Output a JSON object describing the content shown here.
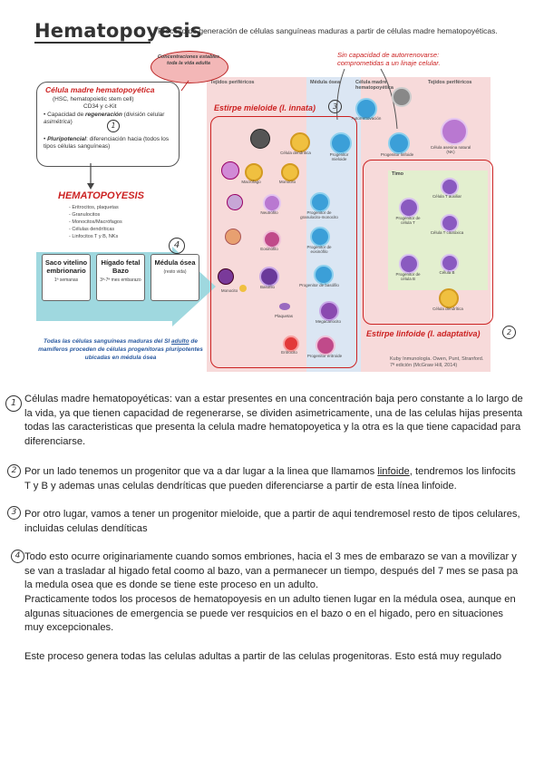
{
  "figure": {
    "title": "Hematopoyesis",
    "subtitle": "Proceso de generación de células sanguíneas maduras a partir de células madre hematopoyéticas.",
    "oval_note": "Concentraciones estables toda la vida adulta",
    "red_note_line1": "Sin capacidad de autorrenovarse:",
    "red_note_line2": "comprometidas a un linaje celular.",
    "col_headers": {
      "tissue_left": "Tejidos periféricos",
      "bone_marrow": "Médula ósea",
      "tissue_right": "Tejidos periféricos",
      "stem_cell": "Célula madre hematopoyética"
    },
    "hsc_box": {
      "title": "Célula madre hematopoyética",
      "line1": "(HSC, hematopoietic stem cell)",
      "line2": "CD34 y c-Kit",
      "bullet1_a": "Capacidad de ",
      "bullet1_b": "regeneración",
      "bullet1_c": " (división celular ",
      "bullet1_d": "asimétrica",
      "bullet1_e": ")",
      "bullet2_a": "Pluripotencial",
      "bullet2_b": ": diferenciación hacia (todos los tipos células sanguíneas)"
    },
    "hematopoyesis_list": {
      "title": "HEMATOPOYESIS",
      "items": [
        "Eritrocitos, plaquetas",
        "Granulocitos",
        "Monocitos/Macrófagos",
        "Células dendríticas",
        "Linfocitos T y B, NKs"
      ]
    },
    "organs": [
      {
        "name": "Saco vitelino embrionario",
        "sub": "1ª semanas"
      },
      {
        "name": "Hígado fetal Bazo",
        "sub": "3ª-7ª mes embarazo"
      },
      {
        "name": "Médula ósea",
        "sub": "(resto vida)"
      }
    ],
    "blue_note_a": "Todas las células sanguíneas maduras del SI ",
    "blue_note_b": "adulto",
    "blue_note_c": " de mamíferos proceden de células progenitoras pluripotentes ubicadas en médula ósea",
    "mieloide_label": "Estirpe mieloide (I. innata)",
    "linfoide_label": "Estirpe linfoide (I. adaptativa)",
    "credit_line1": "Kuby Inmunología. Owen, Punt, Stranford.",
    "credit_line2": "7ª edición (McGraw Hill, 2014)",
    "cells": {
      "autorenov": "Autorrenovación",
      "prog_mieloide": "Progenitor mieloide",
      "prog_linfoide": "Progenitor linfoide",
      "celula_dendritica_1": "Célula dendrítica",
      "celula_dendritica_2": "Célula dendrítica",
      "macrofago": "Macrófago",
      "monocito": "Monocito",
      "neutrofilo": "Neutrófilo",
      "prog_granulo": "Progenitor de granulocito-monocito",
      "eosinofilo": "Eosinófilo",
      "prog_eosinofilo": "Progenitor de eosinófilo",
      "basofilo": "Basófilo",
      "prog_basofilo": "Progenitor de basófilo",
      "plaquetas": "Plaquetas",
      "megacariocito": "Megacariocito",
      "eritrocito": "Eritrocito",
      "prog_eritroide": "Progenitor eritroide",
      "nk": "Célula asesina natural (NK)",
      "timo": "Timo",
      "cel_t_auxiliar": "Célula T auxiliar",
      "prog_t": "Progenitor de célula T",
      "cel_t_citotoxica": "Célula T citotóxica",
      "prog_b": "Progenitor de célula B",
      "cel_b": "Célula B",
      "monocito_small": "Monocito"
    },
    "circle_numbers": [
      "1",
      "2",
      "3",
      "4"
    ]
  },
  "paragraphs": {
    "p1": "Células madre hematopoyéticas: van a estar presentes en una concentración baja pero constante a lo largo de la vida, ya que tienen capacidad de regenerarse, se dividen asimetricamente, una de las celulas hijas presenta todas las caracteristicas que presenta la celula madre hematopoyetica y la otra es la que tiene capacidad para diferenciarse.",
    "p2_a": "Por un lado tenemos un progenitor que va a dar lugar a la linea que llamamos ",
    "p2_b": "linfoide",
    "p2_c": ", tendremos los linfocits T y B y ademas unas celulas dendríticas que pueden diferenciarse a partir de esta línea linfoide.",
    "p3": "Por otro lugar, vamos a tener un progenitor mieloide, que a partir de aqui tendremosel resto de tipos celulares, incluidas celulas dendíticas",
    "p4": "Todo esto ocurre originariamente cuando somos embriones, hacia el 3 mes de embarazo se van a movilizar y se van a trasladar al higado fetal coomo al bazo, van a permanecer un tiempo, después del 7 mes se pasa pa la medula osea que es donde se tiene este proceso en un adulto.",
    "p5": "Practicamente todos los procesos de hematopoyesis en un adulto tienen lugar en la médula osea, aunque en algunas situaciones de emergencia se puede ver resquicios en el bazo o en el higado, pero en situaciones muy excepcionales.",
    "p6": "Este proceso genera todas las celulas adultas a partir de las celulas progenitoras. Esto está muy regulado"
  },
  "colors": {
    "accent_red": "#cc2222",
    "note_blue": "#2a5aa0",
    "arrow_cyan": "#9fd8df",
    "pink_bg": "#f7dada",
    "blue_bg": "#dbe6f3",
    "green_bg": "#e3efcf"
  }
}
